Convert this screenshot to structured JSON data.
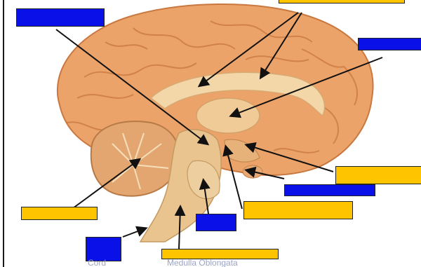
{
  "diagram": {
    "palette": {
      "blue_label": "#0a10e8",
      "yellow_label": "#ffc400",
      "cortex": "#eba36a",
      "cortex_shadow": "#c9783f",
      "white_matter": "#f3d7a8",
      "brainstem": "#e9c48f",
      "arrow": "#111111"
    },
    "label_boxes": [
      {
        "id": "top-left",
        "fill": "blue_label"
      },
      {
        "id": "top-center",
        "fill": "yellow_label"
      },
      {
        "id": "top-right",
        "fill": "blue_label"
      },
      {
        "id": "right-mid",
        "fill": "yellow_label"
      },
      {
        "id": "right-lower",
        "fill": "blue_label"
      },
      {
        "id": "lower-center",
        "fill": "yellow_label"
      },
      {
        "id": "left-lower",
        "fill": "yellow_label"
      },
      {
        "id": "bottom-mid",
        "fill": "blue_label"
      },
      {
        "id": "bottom-left",
        "fill": "blue_label"
      },
      {
        "id": "bottom-center",
        "fill": "yellow_label"
      }
    ],
    "visible_partial_text": {
      "bottom_left": "Cord",
      "bottom_center": "Medulla Oblongata"
    }
  }
}
